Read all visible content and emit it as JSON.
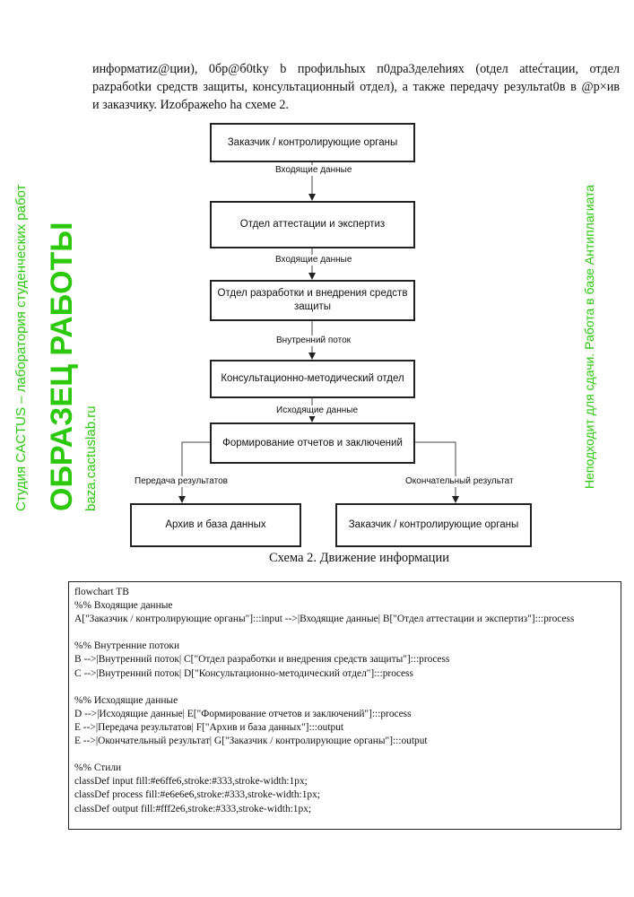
{
  "paragraph": [
    "информатиz@ции), 0бр@б0tky b профильhых п0дра3делеhиях (otдел attеćтации, отдел",
    "pazpaбotkи средств защиты, консультационный отдел), а также передачу результat0в в @р×ив",
    "и заказчику. Иzображеho hа схеме 2."
  ],
  "diagram": {
    "nodes": {
      "A": "Заказчик / контролирующие органы",
      "B": "Отдел аттестации и экспертиз",
      "C": "Отдел разработки и внедрения средств защиты",
      "D": "Консультационно-методический отдел",
      "E": "Формирование отчетов и заключений",
      "F": "Архив и база данных",
      "G": "Заказчик / контролирующие органы"
    },
    "edges": {
      "ab": "Входящие данные",
      "bc": "Входящие данные",
      "cd": "Внутренний поток",
      "de": "Исходящие данные",
      "ef": "Передача результатов",
      "eg": "Окончательный результат"
    },
    "caption": "Схема 2. Движение информации"
  },
  "code_lines": [
    "flowchart TB",
    "%% Входящие данные",
    "A[\"Заказчик / контролирующие органы\"]:::input -->|Входящие данные| B[\"Отдел аттестации и экспертиз\"]:::process",
    "",
    "%% Внутренние потоки",
    "B -->|Внутренний поток| C[\"Отдел разработки и внедрения средств защиты\"]:::process",
    "C -->|Внутренний поток| D[\"Консультационно-методический отдел\"]:::process",
    "",
    "%% Исходящие данные",
    "D -->|Исходящие данные| E[\"Формирование отчетов и заключений\"]:::process",
    "E -->|Передача результатов| F[\"Архив и база данных\"]:::output",
    "E -->|Окончательный результат| G[\"Заказчик / контролирующие органы\"]:::output",
    "",
    "%% Стили",
    "classDef input fill:#e6ffe6,stroke:#333,stroke-width:1px;",
    "classDef process fill:#e6e6e6,stroke:#333,stroke-width:1px;",
    "classDef output fill:#fff2e6,stroke:#333,stroke-width:1px;"
  ],
  "watermark": {
    "line1": "Студия CACTUS – лаборатория студенческих работ",
    "line2": "baza.cactuslab.ru",
    "line3": "ОБРАЗЕЦ РАБОТЫ",
    "line4": "Неподходит для сдачи. Работа в базе Антиплагиата",
    "color": "#22c40a"
  }
}
